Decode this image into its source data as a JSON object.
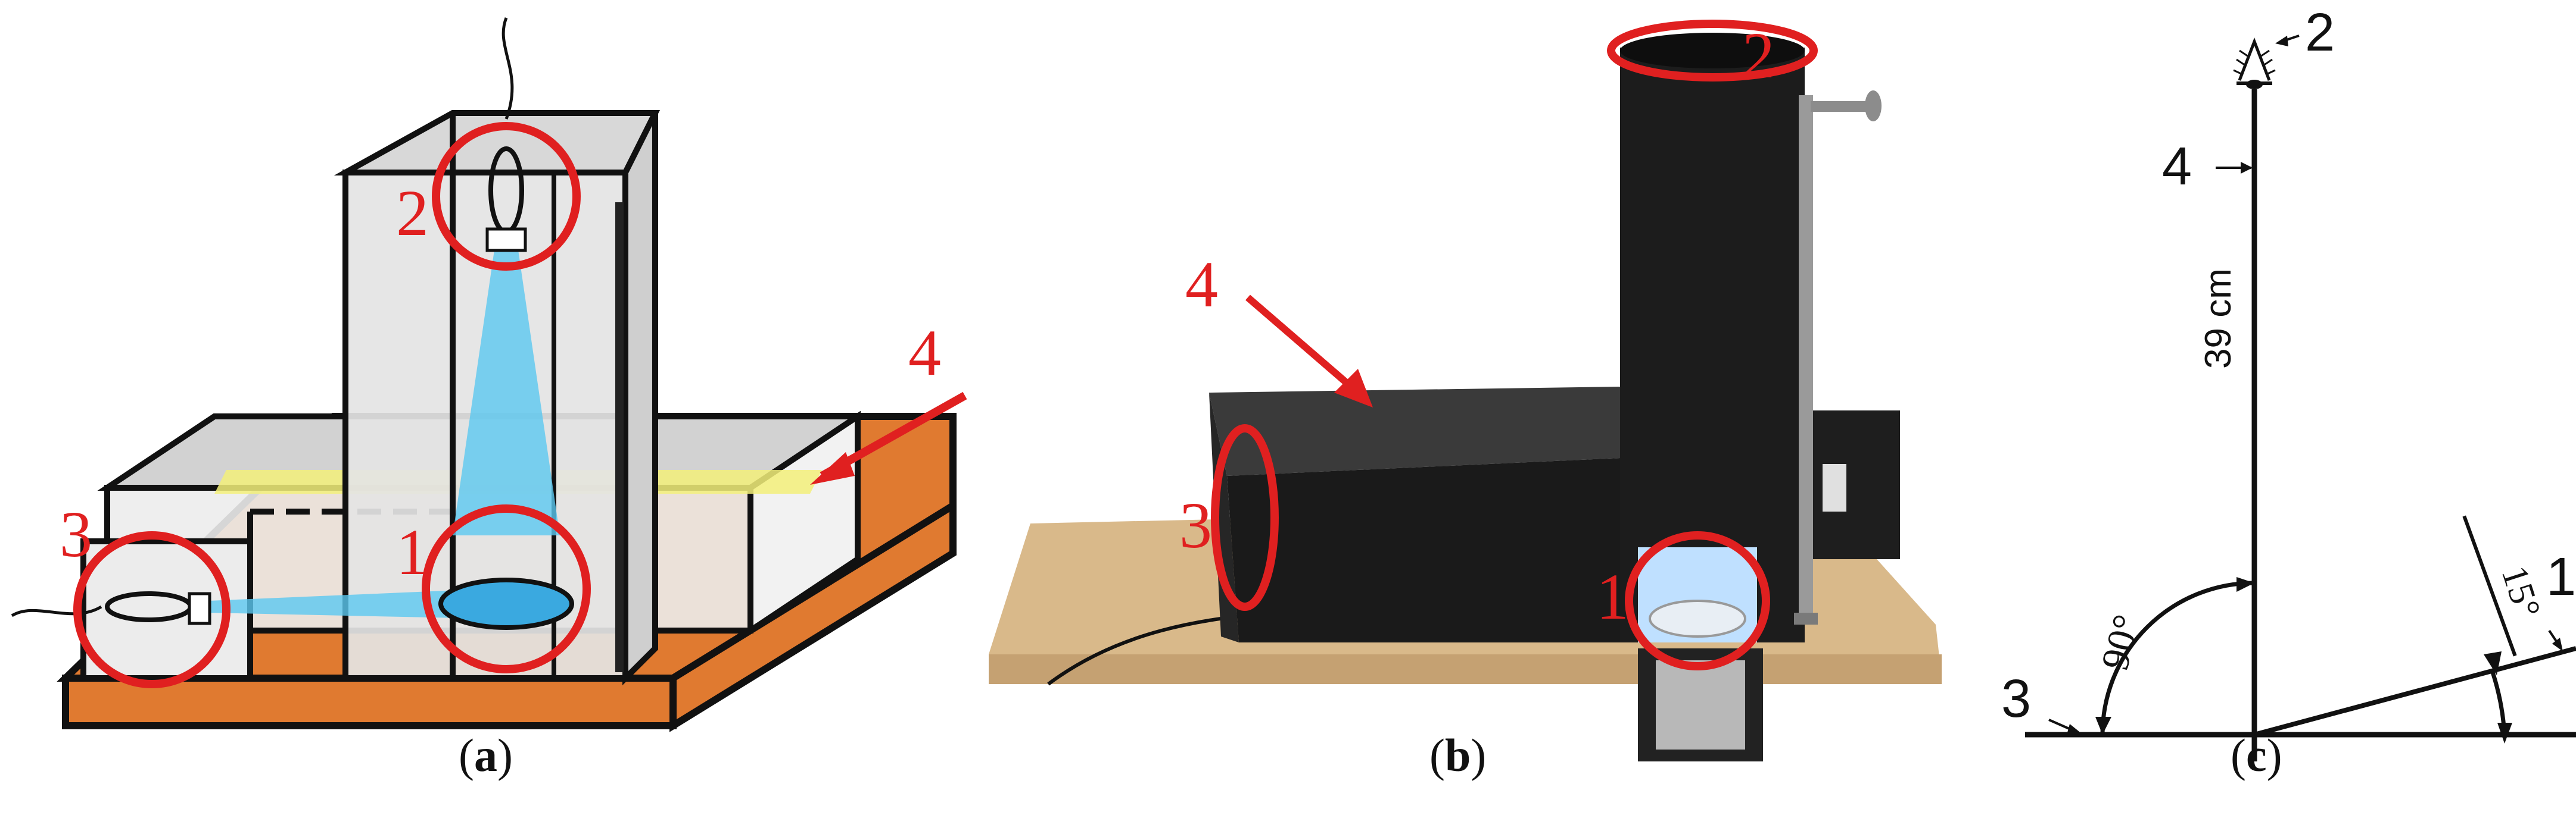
{
  "panels": {
    "a": {
      "caption_open": "(",
      "caption_letter": "a",
      "caption_close": ")",
      "labels": {
        "l1": "1",
        "l2": "2",
        "l3": "3",
        "l4": "4"
      }
    },
    "b": {
      "caption_open": "(",
      "caption_letter": "b",
      "caption_close": ")",
      "labels": {
        "l1": "1",
        "l2": "2",
        "l3": "3",
        "l4": "4"
      }
    },
    "c": {
      "caption_open": "(",
      "caption_letter": "c",
      "caption_close": ")",
      "labels": {
        "l1": "1",
        "l2": "2",
        "l3": "3",
        "l4": "4"
      },
      "distance": "39 cm",
      "angle_small": "15°",
      "angle_right": "90°"
    }
  },
  "colors": {
    "highlight_red": "#e02020",
    "base_orange": "#e07a30",
    "beam_blue": "#5bc8f0",
    "box_grey": "#e6e6e6",
    "stripe_yellow": "#f3f07a",
    "housing_black": "#1a1a1a",
    "wood": "#d9b98a"
  }
}
